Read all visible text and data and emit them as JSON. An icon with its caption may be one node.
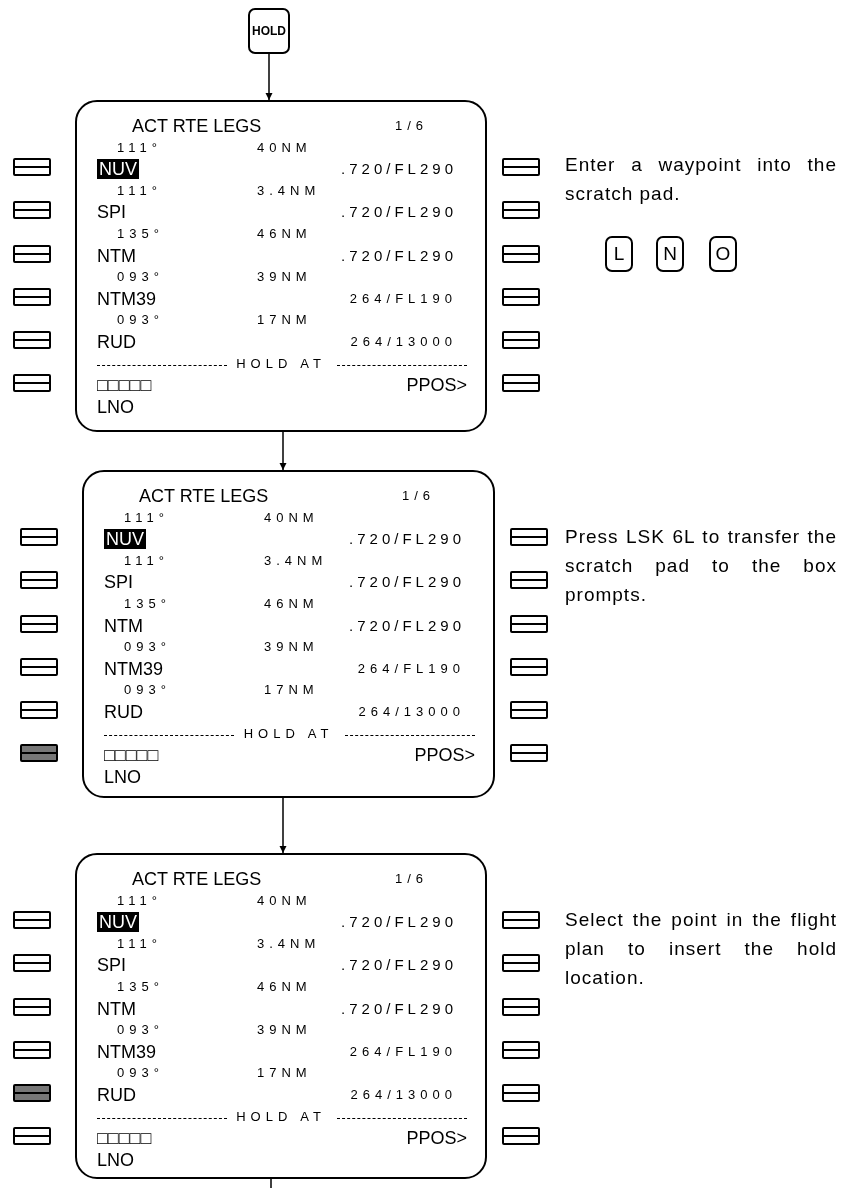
{
  "diagram": {
    "nodes": [
      {
        "text": [
          "HOLD"
        ]
      },
      {
        "text": [
          "ACT RTE LEGS",
          "1/6",
          "111°",
          "40NM",
          "NUV",
          ".720/FL290",
          "111°",
          "3.4NM",
          "SPI",
          ".720/FL290",
          "135°",
          "46NM",
          "NTM",
          ".720/FL290",
          "093°",
          "39NM",
          "NTM39",
          "264/FL190",
          "093°",
          "17NM",
          "RUD",
          "264/13000",
          "HOLD AT",
          "□□□□□",
          "PPOS>",
          "LNO"
        ]
      },
      {
        "text": [
          "L"
        ]
      },
      {
        "text": [
          "N"
        ]
      },
      {
        "text": [
          "O"
        ]
      },
      {
        "text": [
          "ACT RTE LEGS",
          "1/6",
          "111°",
          "40NM",
          "NUV",
          ".720/FL290",
          "111°",
          "3.4NM",
          "SPI",
          ".720/FL290",
          "135°",
          "46NM",
          "NTM",
          ".720/FL290",
          "093°",
          "39NM",
          "NTM39",
          "264/FL190",
          "093°",
          "17NM",
          "RUD",
          "264/13000",
          "HOLD AT",
          "□□□□□",
          "PPOS>",
          "LNO"
        ]
      },
      {
        "text": [
          "ACT RTE LEGS",
          "1/6",
          "111°",
          "40NM",
          "NUV",
          ".720/FL290",
          "111°",
          "3.4NM",
          "SPI",
          ".720/FL290",
          "135°",
          "46NM",
          "NTM",
          ".720/FL290",
          "093°",
          "39NM",
          "NTM39",
          "264/FL190",
          "093°",
          "17NM",
          "RUD",
          "264/13000",
          "HOLD AT",
          "□□□□□",
          "PPOS>",
          "LNO"
        ]
      }
    ],
    "labels": [
      "Enter a waypoint into the scratch pad.",
      "Press LSK 6L to transfer the scratch pad to the box prompts.",
      "Select the point in the flight plan to insert the hold location."
    ],
    "edges": [
      {
        "from": 0,
        "to": 1,
        "arrow": "to"
      },
      {
        "from": 1,
        "to": 5,
        "arrow": "to"
      },
      {
        "from": 5,
        "to": 6,
        "arrow": "to"
      },
      {
        "from": 6,
        "to": null,
        "arrow": "none"
      }
    ]
  }
}
